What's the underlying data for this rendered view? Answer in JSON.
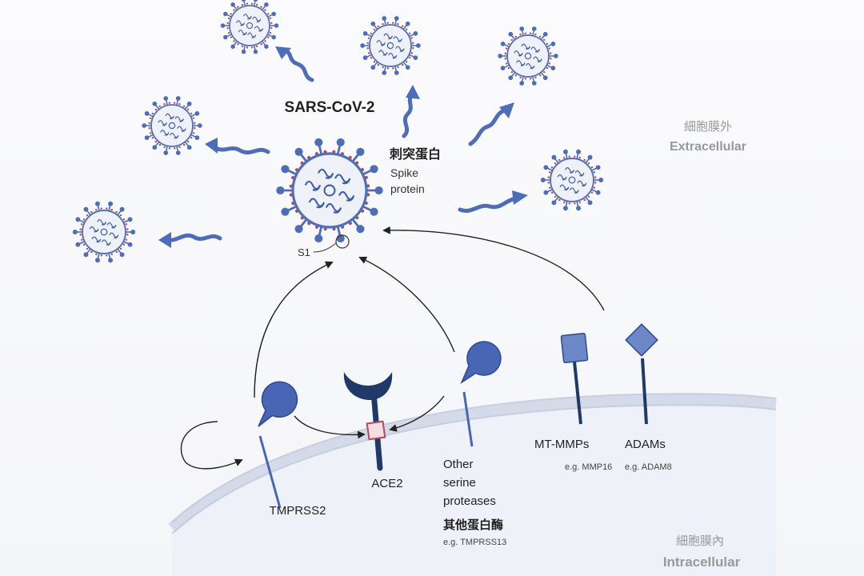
{
  "labels": {
    "sars": "SARS-CoV-2",
    "spike_zh": "刺突蛋白",
    "spike_en_1": "Spike",
    "spike_en_2": "protein",
    "s1": "S1",
    "extra_zh": "細胞膜外",
    "extra_en": "Extracellular",
    "intra_zh": "細胞膜內",
    "intra_en": "Intracellular",
    "tmprss2": "TMPRSS2",
    "ace2": "ACE2",
    "other_1": "Other",
    "other_2": "serine",
    "other_3": "proteases",
    "other_zh": "其他蛋白酶",
    "other_eg": "e.g. TMPRSS13",
    "mtmmps": "MT-MMPs",
    "mtmmps_eg": "e.g. MMP16",
    "adams": "ADAMs",
    "adams_eg": "e.g. ADAM8"
  },
  "colors": {
    "virus_fill": "#eef1f8",
    "virus_outline": "#4f6fb7",
    "spike_blue": "#4e6db8",
    "membrane_pink": "#b04a5f",
    "rna": "#3e5da8",
    "cell_fill": "#eef1f7",
    "membrane_band": "#d9dee9",
    "protease_blue": "#4866b4",
    "ace2_dark": "#1f3a66",
    "receptor_box": "#f6dde2",
    "arrow": "#222222",
    "label_dark": "#222222",
    "label_grey": "#999999"
  }
}
